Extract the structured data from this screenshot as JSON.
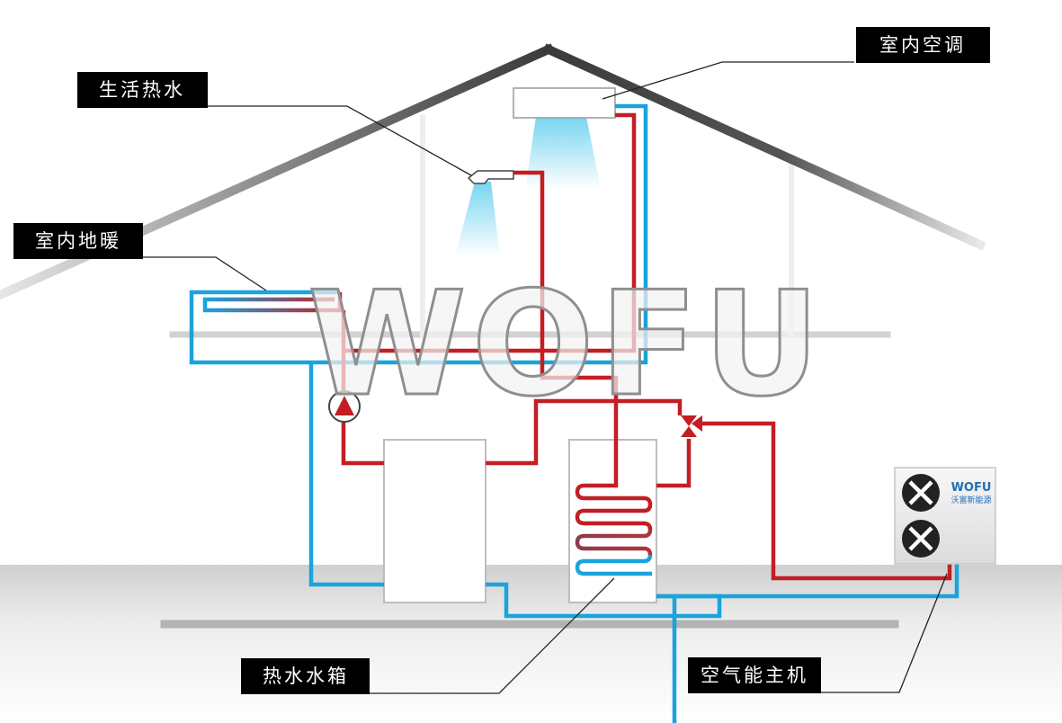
{
  "labels": {
    "indoor_ac": "室内空调",
    "domestic_hot_water": "生活热水",
    "floor_heating": "室内地暖",
    "hot_water_tank": "热水水箱",
    "air_source_unit": "空气能主机"
  },
  "brand": {
    "watermark": "WOFU",
    "unit_logo": "WOFU",
    "unit_subtitle": "沃富新能源"
  },
  "colors": {
    "hot_pipe": "#c21e24",
    "cold_pipe": "#1aa3dc",
    "label_bg": "#000000",
    "label_text": "#ffffff"
  }
}
